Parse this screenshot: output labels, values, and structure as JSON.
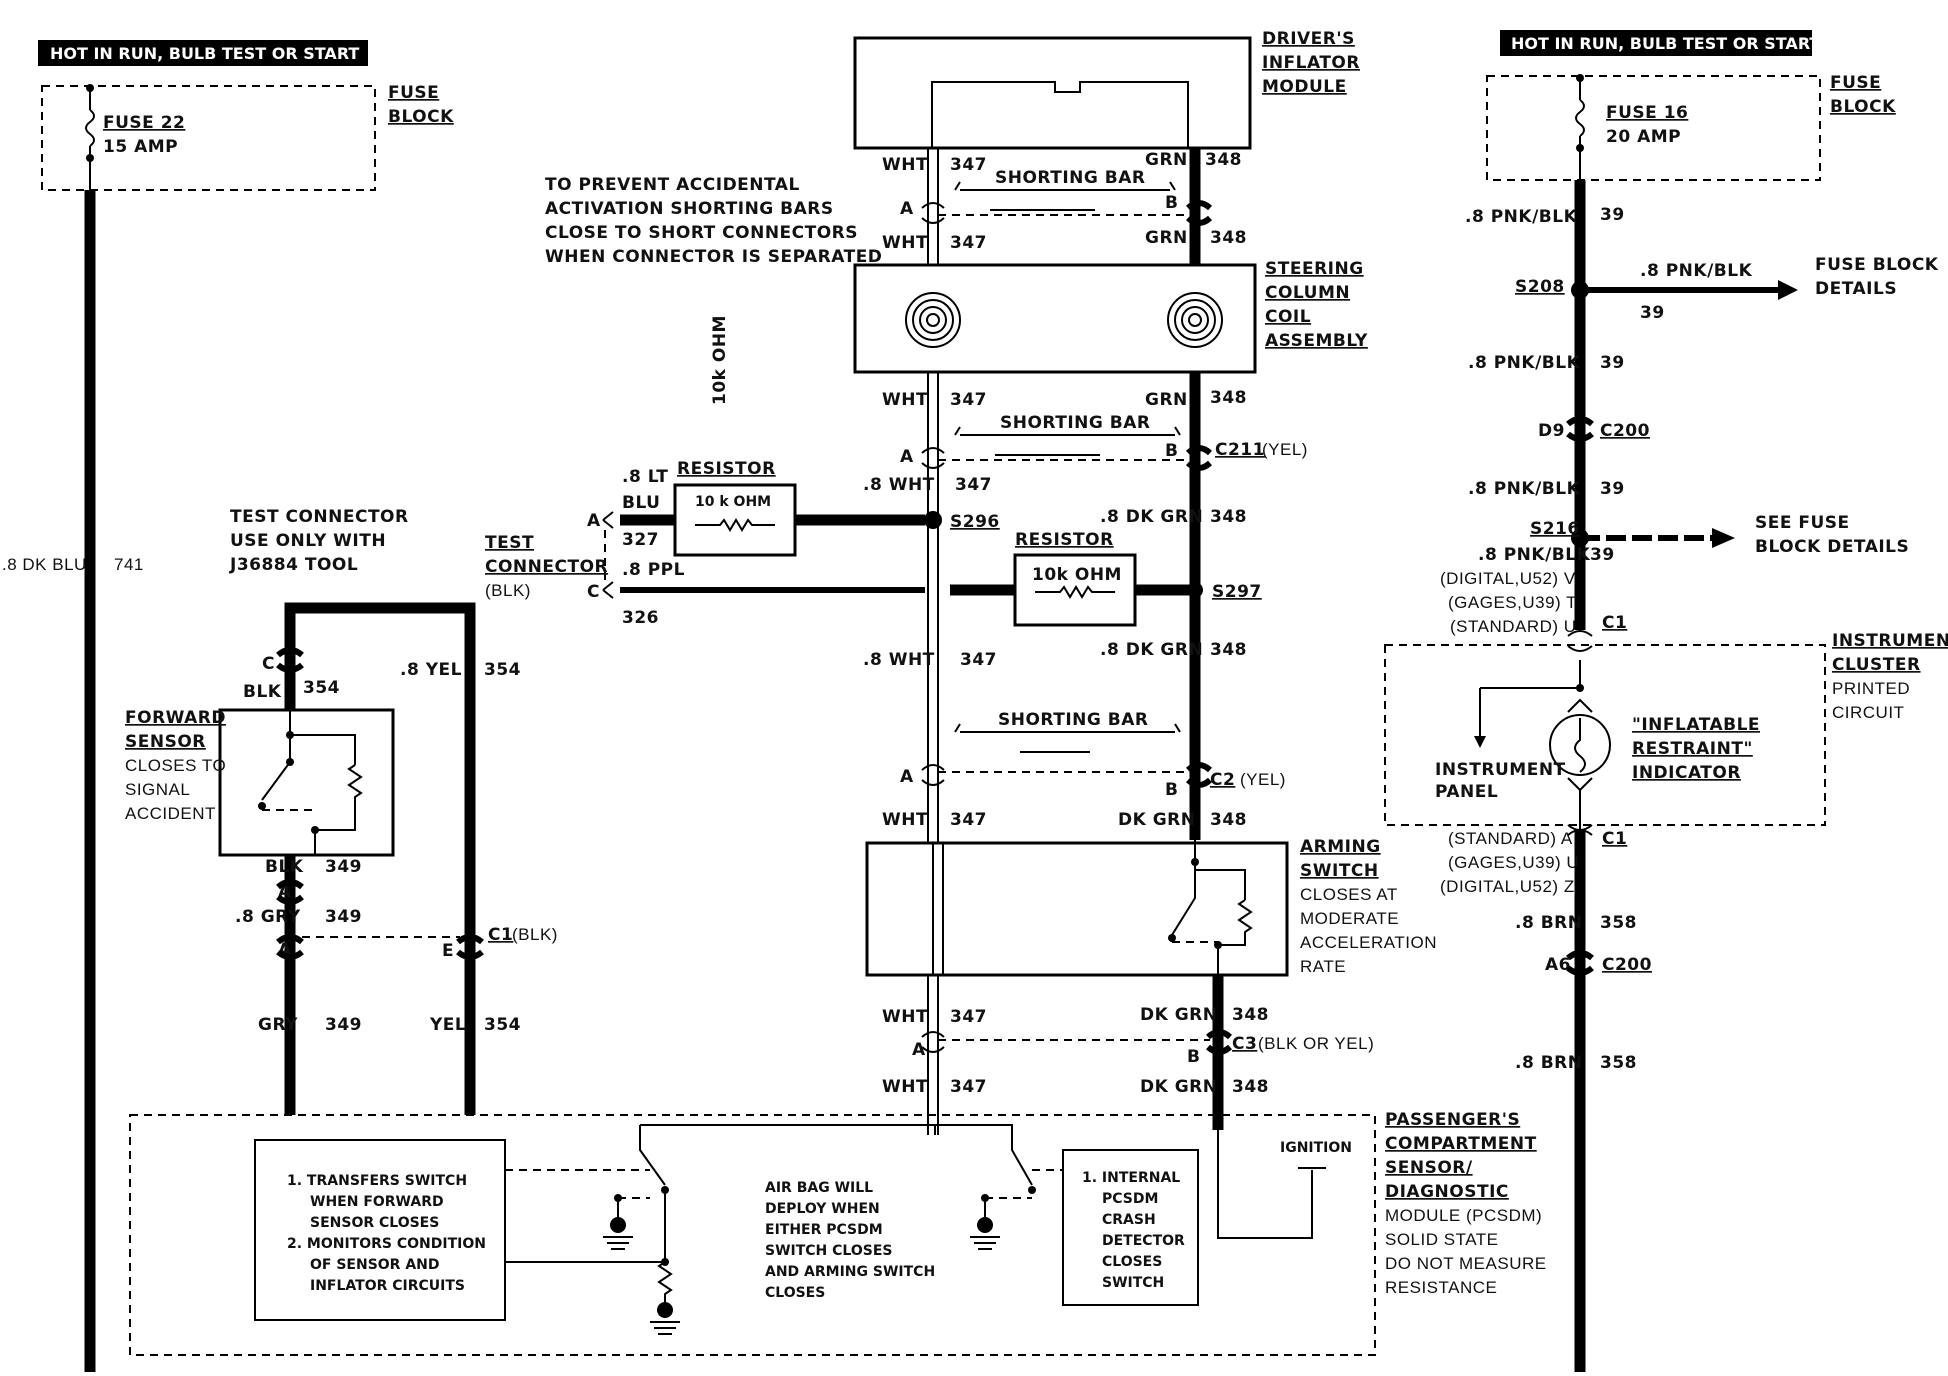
{
  "left_feed": {
    "header": "HOT IN RUN, BULB TEST OR START",
    "fuse_name": "FUSE 22",
    "fuse_rating": "15 AMP",
    "block_label_1": "FUSE",
    "block_label_2": "BLOCK",
    "wire_color": ".8 DK BLU",
    "wire_number": "741"
  },
  "right_feed": {
    "header": "HOT IN RUN, BULB TEST OR START",
    "fuse_name": "FUSE 16",
    "fuse_rating": "20 AMP",
    "block_label_1": "FUSE",
    "block_label_2": "BLOCK"
  },
  "drivers_module": {
    "l1": "DRIVER'S",
    "l2": "INFLATOR",
    "l3": "MODULE"
  },
  "shorting_note": {
    "l1": "TO PREVENT ACCIDENTAL",
    "l2": "ACTIVATION SHORTING BARS",
    "l3": "CLOSE TO SHORT CONNECTORS",
    "l4": "WHEN CONNECTOR IS SEPARATED"
  },
  "steering_coil": {
    "l1": "STEERING",
    "l2": "COLUMN",
    "l3": "COIL",
    "l4": "ASSEMBLY"
  },
  "vertical_resistor": "10k OHM",
  "shorting_bar": "SHORTING BAR",
  "wires": {
    "wht": "WHT",
    "grn": "GRN",
    "n347": "347",
    "n348": "348",
    "wht8": ".8 WHT",
    "dkgrn8": ".8 DK GRN",
    "dkgrn": "DK GRN",
    "ltblu_a": ".8 LT",
    "ltblu_b": "BLU",
    "n327": "327",
    "ppl": ".8 PPL",
    "n326": "326",
    "blk": "BLK",
    "n354": "354",
    "yel8": ".8 YEL",
    "n349": "349",
    "gry8": ".8 GRY",
    "gry": "GRY",
    "yel": "YEL"
  },
  "pins": {
    "A": "A",
    "B": "B",
    "C": "C",
    "E": "E"
  },
  "connectors": {
    "c211": "C211",
    "c211_color": "(YEL)",
    "c2": "C2",
    "c2_color": "(YEL)",
    "c3": "C3",
    "c3_color": "(BLK OR YEL)",
    "c1": "C1",
    "c1_color": "(BLK)",
    "s296": "S296",
    "s297": "S297"
  },
  "resistor1": {
    "label": "RESISTOR",
    "value": "10 k OHM"
  },
  "resistor2": {
    "label": "RESISTOR",
    "value": "10k OHM"
  },
  "test_connector": {
    "note1": "TEST CONNECTOR",
    "note2": "USE ONLY WITH",
    "note3": "J36884 TOOL",
    "l1": "TEST",
    "l2": "CONNECTOR",
    "l3": "(BLK)"
  },
  "forward_sensor": {
    "l1": "FORWARD",
    "l2": "SENSOR",
    "l3": "CLOSES TO",
    "l4": "SIGNAL",
    "l5": "ACCIDENT"
  },
  "arming_switch": {
    "l1": "ARMING",
    "l2": "SWITCH",
    "l3": "CLOSES AT",
    "l4": "MODERATE",
    "l5": "ACCELERATION",
    "l6": "RATE"
  },
  "pcsdm": {
    "l1": "PASSENGER'S",
    "l2": "COMPARTMENT",
    "l3": "SENSOR/",
    "l4": "DIAGNOSTIC",
    "l5": "MODULE (PCSDM)",
    "l6": "SOLID STATE",
    "l7": "DO NOT MEASURE",
    "l8": "RESISTANCE",
    "box1_l1": "1. TRANSFERS SWITCH",
    "box1_l2": "WHEN FORWARD",
    "box1_l3": "SENSOR CLOSES",
    "box1_l4": "2. MONITORS CONDITION",
    "box1_l5": "OF SENSOR AND",
    "box1_l6": "INFLATOR CIRCUITS",
    "mid_l1": "AIR BAG WILL",
    "mid_l2": "DEPLOY WHEN",
    "mid_l3": "EITHER PCSDM",
    "mid_l4": "SWITCH CLOSES",
    "mid_l5": "AND ARMING SWITCH",
    "mid_l6": "CLOSES",
    "box2_l1": "1. INTERNAL",
    "box2_l2": "PCSDM",
    "box2_l3": "CRASH",
    "box2_l4": "DETECTOR",
    "box2_l5": "CLOSES",
    "box2_l6": "SWITCH",
    "ignition": "IGNITION"
  },
  "right_circuit": {
    "pnkblk": ".8 PNK/BLK",
    "n39": "39",
    "s208": "S208",
    "s216": "S216",
    "details1_l1": "FUSE BLOCK",
    "details1_l2": "DETAILS",
    "details2_l1": "SEE FUSE",
    "details2_l2": "BLOCK DETAILS",
    "d9": "D9",
    "c200": "C200",
    "dig_v": "(DIGITAL,U52) V",
    "gag_t": "(GAGES,U39)  T",
    "std_u": "(STANDARD) U",
    "c1": "C1",
    "cluster_l1": "INSTRUMENT",
    "cluster_l2": "CLUSTER",
    "cluster_l3": "PRINTED",
    "cluster_l4": "CIRCUIT",
    "panel_l1": "INSTRUMENT",
    "panel_l2": "PANEL",
    "ind_l1": "\"INFLATABLE",
    "ind_l2": "RESTRAINT\"",
    "ind_l3": "INDICATOR",
    "std_a": "(STANDARD) A",
    "gag_u": "(GAGES,U39)  U",
    "dig_z": "(DIGITAL,U52)  Z",
    "brn": ".8 BRN",
    "n358": "358",
    "a6": "A6"
  }
}
